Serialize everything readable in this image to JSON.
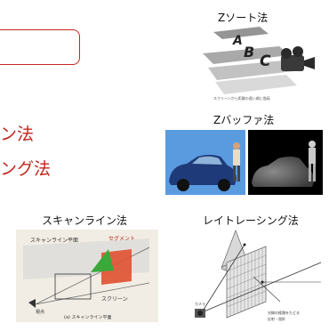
{
  "slide": {
    "red_lines": [
      "ン法",
      "ング法"
    ]
  },
  "figures": {
    "zsort": {
      "caption": "Zソート法",
      "letters": [
        "A",
        "B",
        "C"
      ],
      "note": "スクリーンから距離の遠い順に描画"
    },
    "zbuffer": {
      "caption": "Zバッファ法"
    },
    "scanline": {
      "caption": "スキャンライン法",
      "labels": {
        "plane": "スキャンライン平面",
        "segment": "セグメント",
        "screen": "スクリーン",
        "viewpoint": "視点",
        "sub": "(a) スキャンライン平面"
      }
    },
    "raytracing": {
      "caption": "レイトレーシング法",
      "labels": {
        "camera": "カメラ",
        "note1": "光線の経路をたどる",
        "note2": "反射・屈折"
      }
    }
  },
  "colors": {
    "accent_red": "#c0281e",
    "car_sky": "#4f8fd8",
    "depth_bg": "#000000"
  }
}
